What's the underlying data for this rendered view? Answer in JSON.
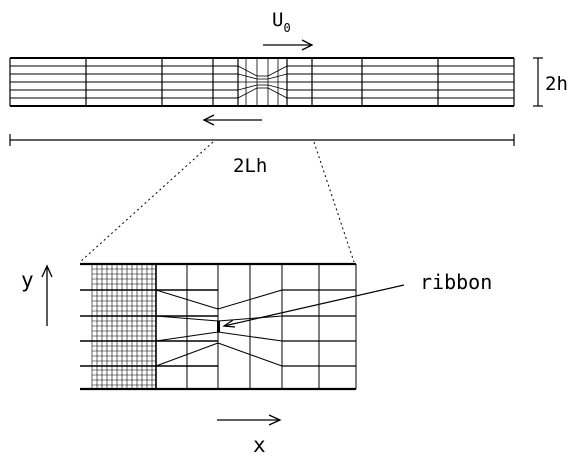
{
  "labels": {
    "velocity": "U",
    "velocity_subscript": "0",
    "channel_height": "2h",
    "channel_length": "2Lh",
    "ribbon": "ribbon",
    "y_axis": "y",
    "x_axis": "x"
  },
  "colors": {
    "line": "#000000",
    "background": "#ffffff"
  }
}
